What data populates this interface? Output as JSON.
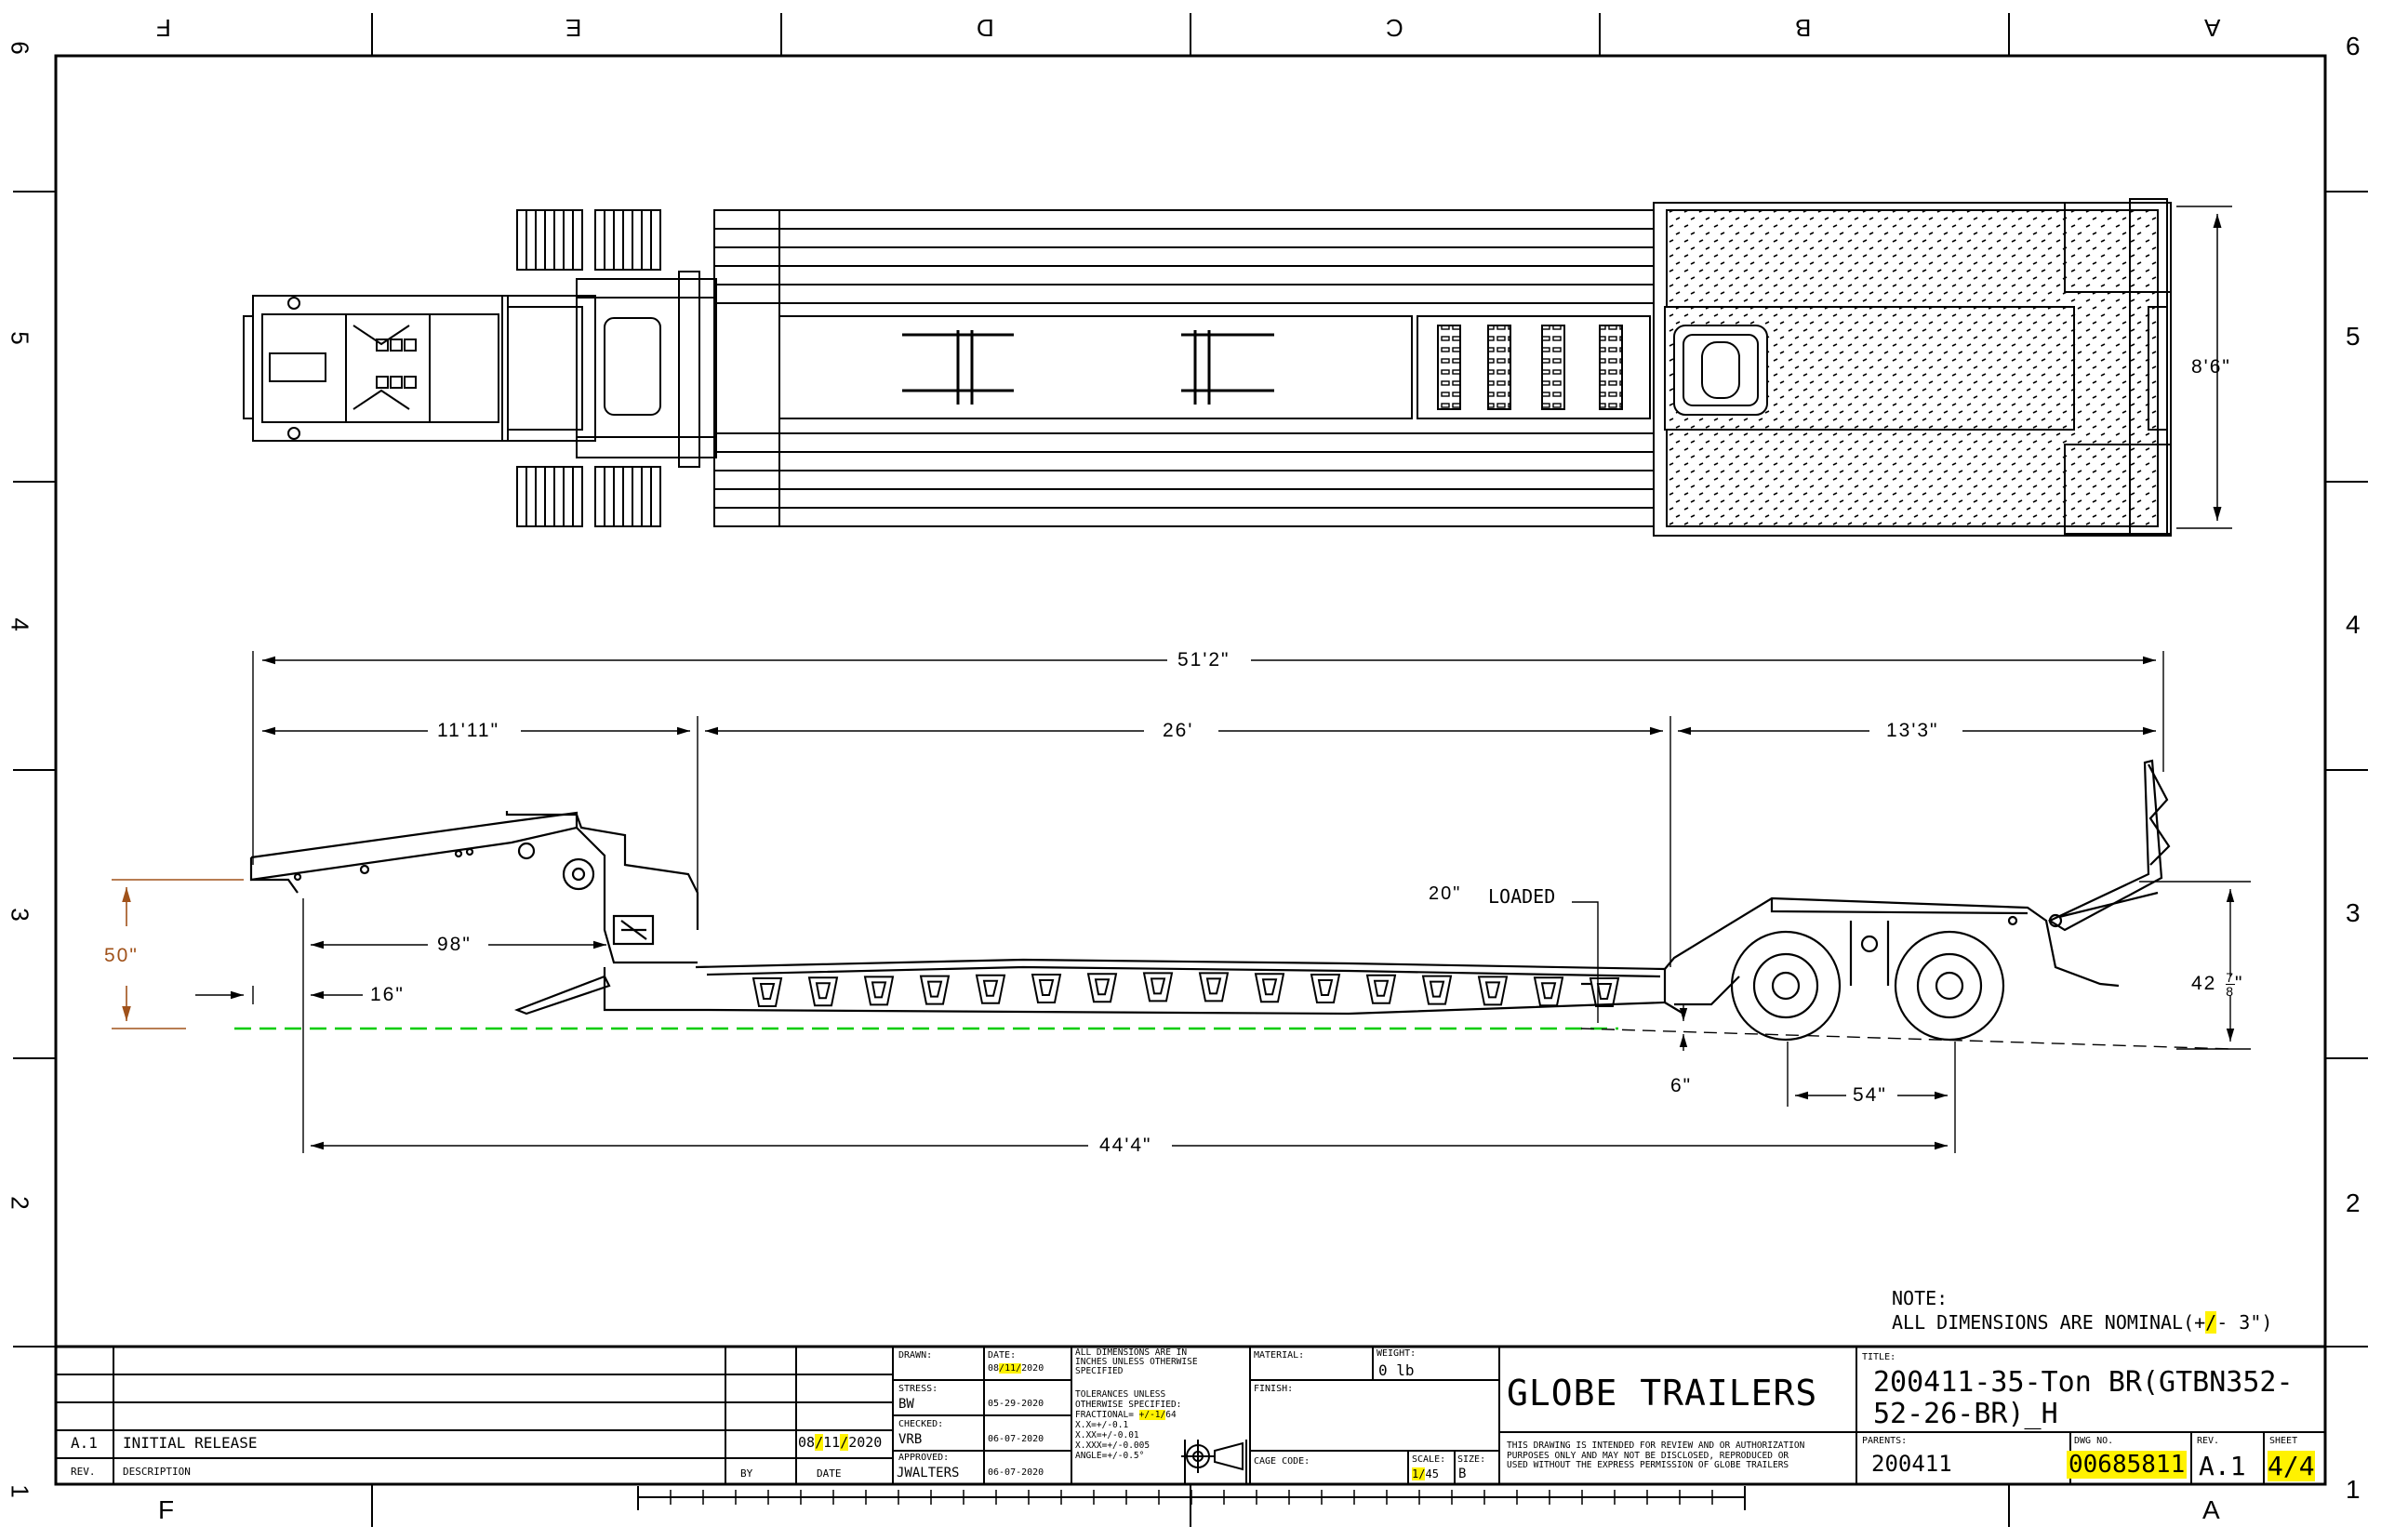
{
  "border": {
    "top_cols": [
      "F",
      "E",
      "D",
      "C",
      "B",
      "A"
    ],
    "bottom_cols": [
      "F",
      "A"
    ],
    "rows": [
      "6",
      "5",
      "4",
      "3",
      "2",
      "1"
    ]
  },
  "dimensions": {
    "overall_length": "51'2\"",
    "gooseneck_length": "11'11\"",
    "deck_length": "26'",
    "rear_length": "13'3\"",
    "width": "8'6\"",
    "fifth_wheel_height": "50\"",
    "kingpin_to_front": "98\"",
    "kingpin_offset": "16\"",
    "loaded_height": "20\"",
    "loaded_label": "LOADED",
    "clearance": "6\"",
    "axle_spread": "54\"",
    "kingpin_to_axle": "44'4\"",
    "rear_height_whole": "42",
    "rear_height_num": "7",
    "rear_height_den": "8"
  },
  "note": {
    "label": "NOTE:",
    "text_pre": "ALL DIMENSIONS ARE NOMINAL(+",
    "text_hl": "/",
    "text_post": "- 3\")"
  },
  "revision_table": {
    "rev": "A.1",
    "description": "INITIAL RELEASE",
    "date_pre": "08",
    "date_hl1": "/",
    "date_mid": "11",
    "date_hl2": "/",
    "date_post": "2020",
    "col_rev": "REV.",
    "col_description": "DESCRIPTION",
    "col_by": "BY",
    "col_date": "DATE"
  },
  "title_block": {
    "drawn_label": "DRAWN:",
    "drawn_date_label": "DATE:",
    "drawn_date_pre": "08",
    "drawn_date_hl": "/11/",
    "drawn_date_post": "2020",
    "stress_label": "STRESS:",
    "stress_by": "BW",
    "stress_date": "05-29-2020",
    "checked_label": "CHECKED:",
    "checked_by": "VRB",
    "checked_date": "06-07-2020",
    "approved_label": "APPROVED:",
    "approved_by": "JWALTERS",
    "approved_date": "06-07-2020",
    "dims_note_1": "ALL DIMENSIONS ARE IN",
    "dims_note_2": "INCHES UNLESS OTHERWISE",
    "dims_note_3": "SPECIFIED",
    "tol_1": "TOLERANCES UNLESS",
    "tol_2": "OTHERWISE SPECIFIED:",
    "tol_frac_pre": "FRACTIONAL= ",
    "tol_frac_hl": "+/-1/",
    "tol_frac_post": "64",
    "tol_x1": "X.X=+/-0.1",
    "tol_x2": "X.XX=+/-0.01",
    "tol_x3": "X.XXX=+/-0.005",
    "tol_angle": "ANGLE=+/-0.5°",
    "material_label": "MATERIAL:",
    "weight_label": "WEIGHT:",
    "weight": "0 lb",
    "finish_label": "FINISH:",
    "cage_label": "CAGE CODE:",
    "scale_label": "SCALE:",
    "scale_pre": "1",
    "scale_hl": "/",
    "scale_post": "45",
    "size_label": "SIZE:",
    "size": "B",
    "company": "GLOBE TRAILERS",
    "disclaimer_1": "THIS DRAWING IS INTENDED FOR REVIEW AND OR AUTHORIZATION",
    "disclaimer_2": "PURPOSES ONLY AND MAY NOT BE DISCLOSED, REPRODUCED OR",
    "disclaimer_3": "USED WITHOUT THE EXPRESS PERMISSION OF GLOBE TRAILERS",
    "title_label": "TITLE:",
    "title_line1": "200411-35-Ton BR(GTBN352-",
    "title_line2": "52-26-BR)_H",
    "parents_label": "PARENTS:",
    "parents": "200411",
    "dwg_label": "DWG NO.",
    "dwg_no": "00685811",
    "rev_label": "REV.",
    "rev": "A.1",
    "sheet_label": "SHEET",
    "sheet_pre": "4",
    "sheet_hl": "/",
    "sheet_post": "4"
  },
  "colors": {
    "line": "#000000",
    "ground_line": "#00cc00",
    "dim_orange": "#a0521a",
    "highlight": "#fff200"
  }
}
